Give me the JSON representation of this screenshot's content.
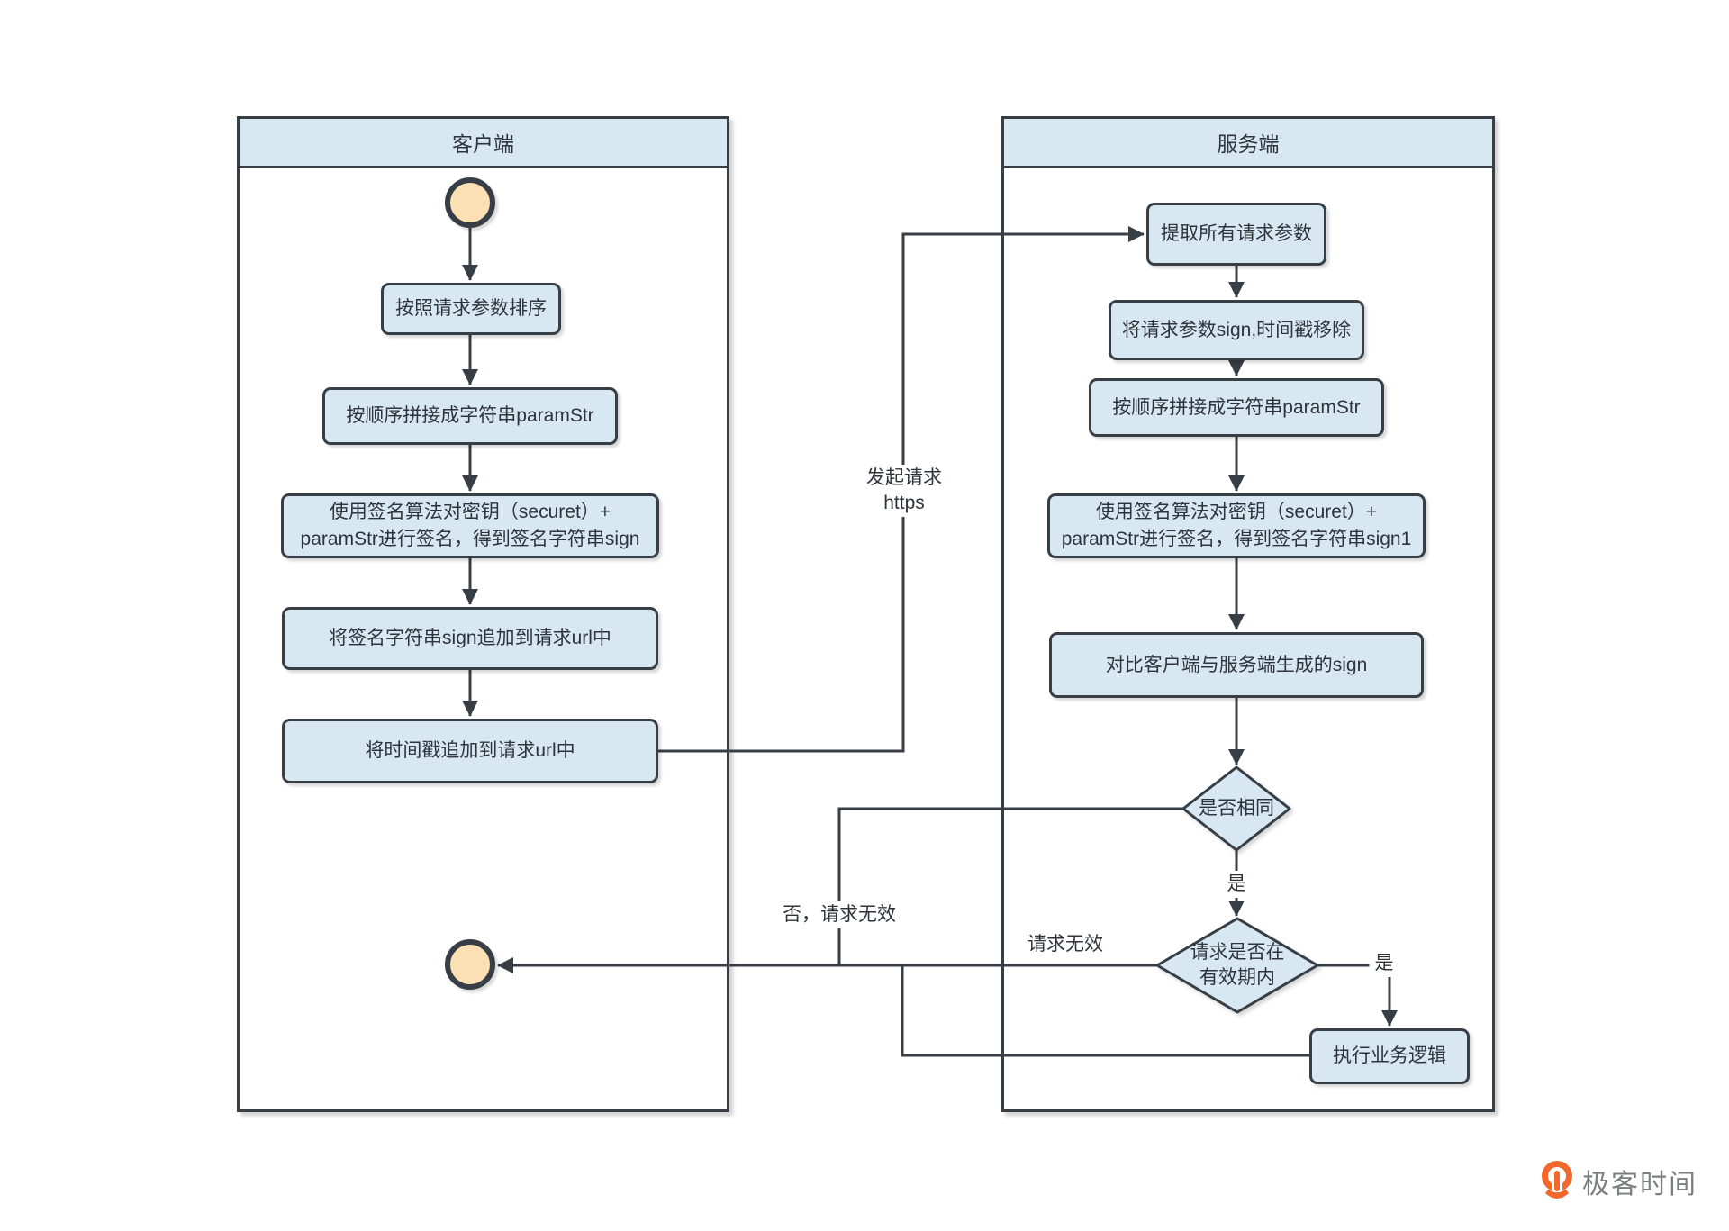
{
  "lanes": {
    "client": {
      "title": "客户端"
    },
    "server": {
      "title": "服务端"
    }
  },
  "client": {
    "steps": {
      "sort": "按照请求参数排序",
      "concat": "按顺序拼接成字符串paramStr",
      "sign": "使用签名算法对密钥（securet）+\nparamStr进行签名，得到签名字符串sign",
      "append_sign": "将签名字符串sign追加到请求url中",
      "append_timestamp": "将时间戳追加到请求url中"
    }
  },
  "server": {
    "steps": {
      "extract": "提取所有请求参数",
      "remove": "将请求参数sign,时间戳移除",
      "concat": "按顺序拼接成字符串paramStr",
      "sign": "使用签名算法对密钥（securet）+\nparamStr进行签名，得到签名字符串sign1",
      "compare": "对比客户端与服务端生成的sign",
      "execute": "执行业务逻辑"
    },
    "decisions": {
      "same": "是否相同",
      "valid": "请求是否在\n有效期内"
    }
  },
  "edge_labels": {
    "request": "发起请求\nhttps",
    "yes_same": "是",
    "yes_valid": "是",
    "no_invalid": "否，请求无效",
    "invalid": "请求无效"
  },
  "footer": {
    "brand": "极客时间"
  },
  "colors": {
    "node_fill": "#D8E8F3",
    "node_border": "#383E45",
    "line": "#383E45",
    "start_end_fill": "#FAE0B2",
    "brand_orange": "#F2672C",
    "brand_gray": "#7B7D7F",
    "background": "#FFFFFF"
  }
}
